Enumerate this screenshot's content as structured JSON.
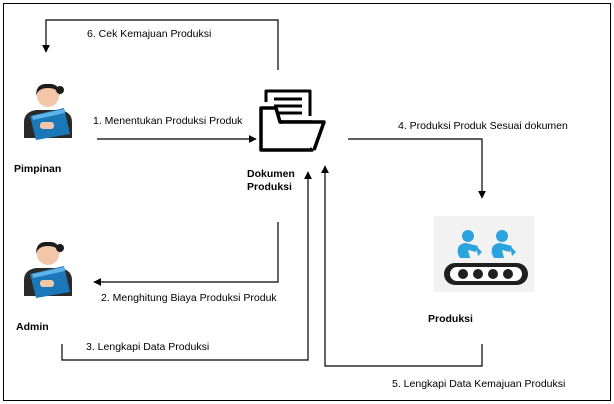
{
  "diagram": {
    "nodes": {
      "pimpinan": {
        "label": "Pimpinan",
        "icon": "person-reading-icon"
      },
      "admin": {
        "label": "Admin",
        "icon": "person-reading-icon"
      },
      "dokumen": {
        "label_line1": "Dokumen",
        "label_line2": "Produksi",
        "icon": "folder-document-icon"
      },
      "produksi": {
        "label": "Produksi",
        "icon": "conveyor-workers-icon"
      }
    },
    "edges": [
      {
        "from": "pimpinan",
        "to": "dokumen",
        "label": "1. Menentukan Produksi Produk"
      },
      {
        "from": "dokumen",
        "to": "admin",
        "label": "2. Menghitung Biaya Produksi Produk"
      },
      {
        "from": "admin",
        "to": "dokumen",
        "label": "3. Lengkapi Data Produksi"
      },
      {
        "from": "dokumen",
        "to": "produksi",
        "label": "4. Produksi Produk Sesuai dokumen"
      },
      {
        "from": "produksi",
        "to": "dokumen",
        "label": "5. Lengkapi Data Kemajuan Produksi"
      },
      {
        "from": "dokumen",
        "to": "pimpinan",
        "label": "6. Cek Kemajuan Produksi"
      }
    ],
    "colors": {
      "line": "#000000",
      "person_blue": "#1a78b8",
      "skin": "#f4c6a8",
      "hair": "#1c1c1c",
      "conveyor_blue": "#2aa3df",
      "conveyor_dark": "#1f1f1f"
    }
  }
}
